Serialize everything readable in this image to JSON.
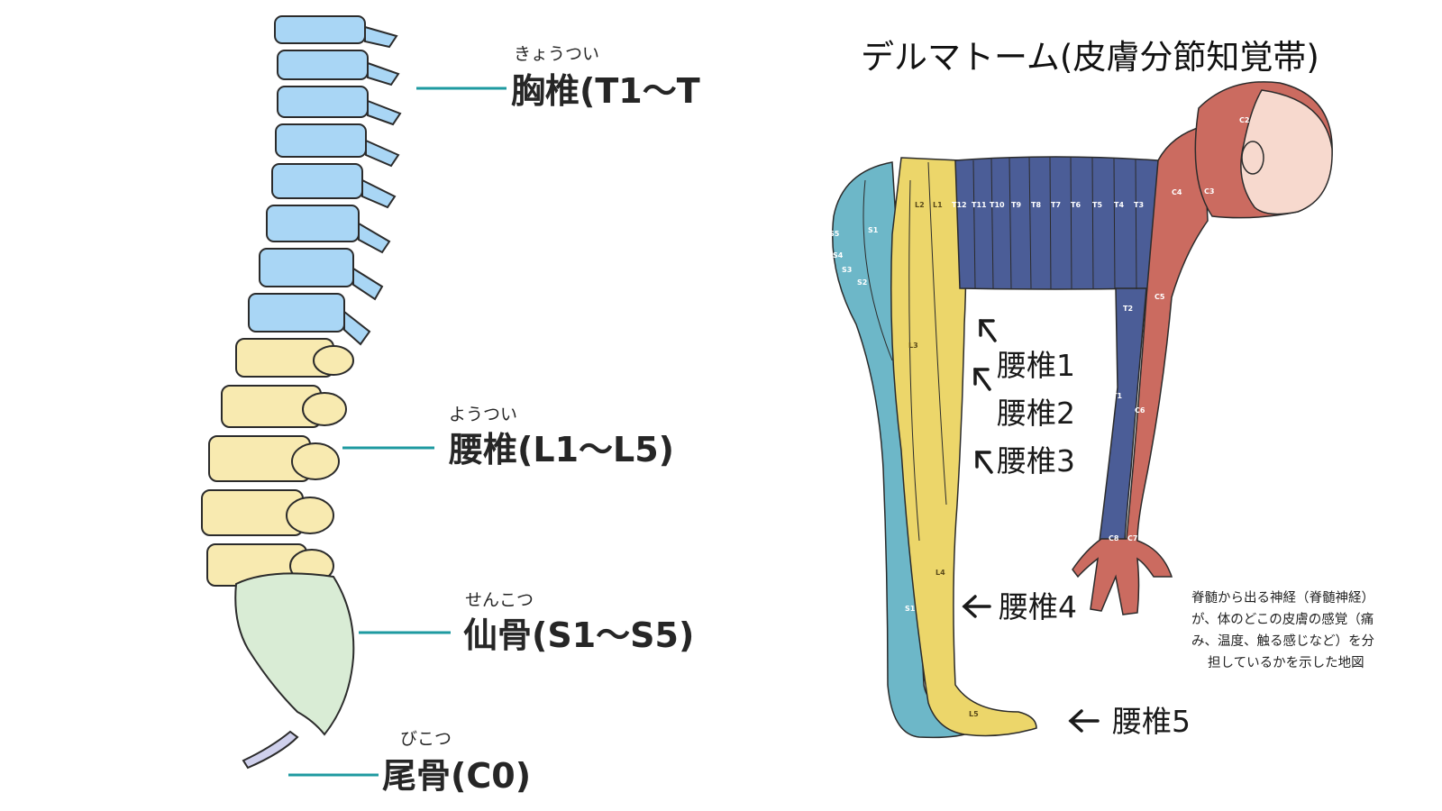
{
  "spine": {
    "thoracic": {
      "reading": "きょうつい",
      "label": "胸椎(T1〜T"
    },
    "lumbar": {
      "reading": "ようつい",
      "label": "腰椎(L1〜L5)"
    },
    "sacrum": {
      "reading": "せんこつ",
      "label": "仙骨(S1〜S5)"
    },
    "coccyx": {
      "reading": "びこつ",
      "label": "尾骨(C0)"
    }
  },
  "dermatome": {
    "title": "デルマトーム(皮膚分節知覚帯)",
    "lumbar_labels": [
      "腰椎1",
      "腰椎2",
      "腰椎3",
      "腰椎4",
      "腰椎5"
    ],
    "note_lines": [
      "脊髄から出る神経（脊髄神経）",
      "が、体のどこの皮膚の感覚（痛",
      "み、温度、触る感じなど）を分",
      "担しているかを示した地図"
    ],
    "segments": {
      "trunk": [
        "L2",
        "L1",
        "T12",
        "T11",
        "T10",
        "T9",
        "T8",
        "T7",
        "T6",
        "T5",
        "T4",
        "T3"
      ],
      "buttock": [
        "S5",
        "S4",
        "S3",
        "S2",
        "S1"
      ],
      "head": [
        "C2",
        "C3",
        "C4"
      ],
      "arm": [
        "T2",
        "C5",
        "T1",
        "C6",
        "C8",
        "C7"
      ],
      "leg": [
        "L3",
        "L4",
        "S1",
        "L5"
      ]
    }
  },
  "colors": {
    "thoracic_bone": "#a9d6f5",
    "lumbar_bone": "#f8eab0",
    "sacrum_bone": "#d9ecd5",
    "coccyx_bone": "#cfd0ec",
    "leader_line": "#1e9aa0",
    "sacral_zone": "#6db7c8",
    "lumbar_zone": "#ecd66a",
    "thoracic_zone": "#4b5d97",
    "cervical_zone": "#cb6b60",
    "skin": "#f7d9ce"
  }
}
